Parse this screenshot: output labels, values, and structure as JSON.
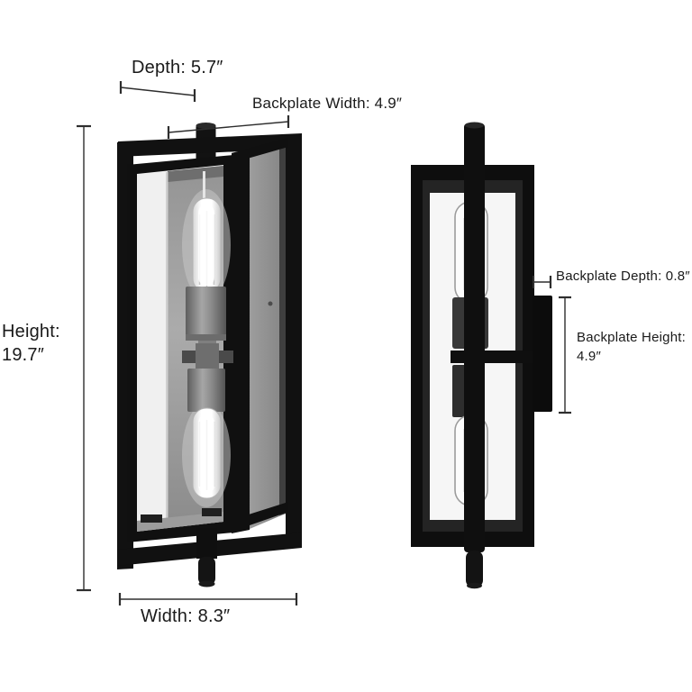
{
  "page": {
    "description": "Product dimension diagram of a black two-light rectangular caged wall sconce, front three-quarter view and side profile view",
    "background_color": "#ffffff",
    "accent_color": "#111111",
    "line_color": "#2e2e2e"
  },
  "views": {
    "front": {
      "name": "front-view-illustration"
    },
    "side": {
      "name": "side-view-illustration"
    }
  },
  "dimensions": {
    "depth": {
      "label": "Depth",
      "value": "5.7″",
      "text": "Depth: 5.7″"
    },
    "backplate_width": {
      "label": "Backplate Width",
      "value": "4.9″",
      "text": "Backplate Width: 4.9″"
    },
    "height": {
      "label": "Height",
      "value": "19.7″",
      "line1": "Height:",
      "line2": "19.7″"
    },
    "width": {
      "label": "Width",
      "value": "8.3″",
      "text": "Width: 8.3″"
    },
    "backplate_depth": {
      "label": "Backplate Depth",
      "value": "0.8″",
      "text": "Backplate Depth: 0.8″"
    },
    "backplate_height": {
      "label": "Backplate Height",
      "value": "4.9″",
      "line1": "Backplate Height:",
      "line2": "4.9″"
    }
  }
}
